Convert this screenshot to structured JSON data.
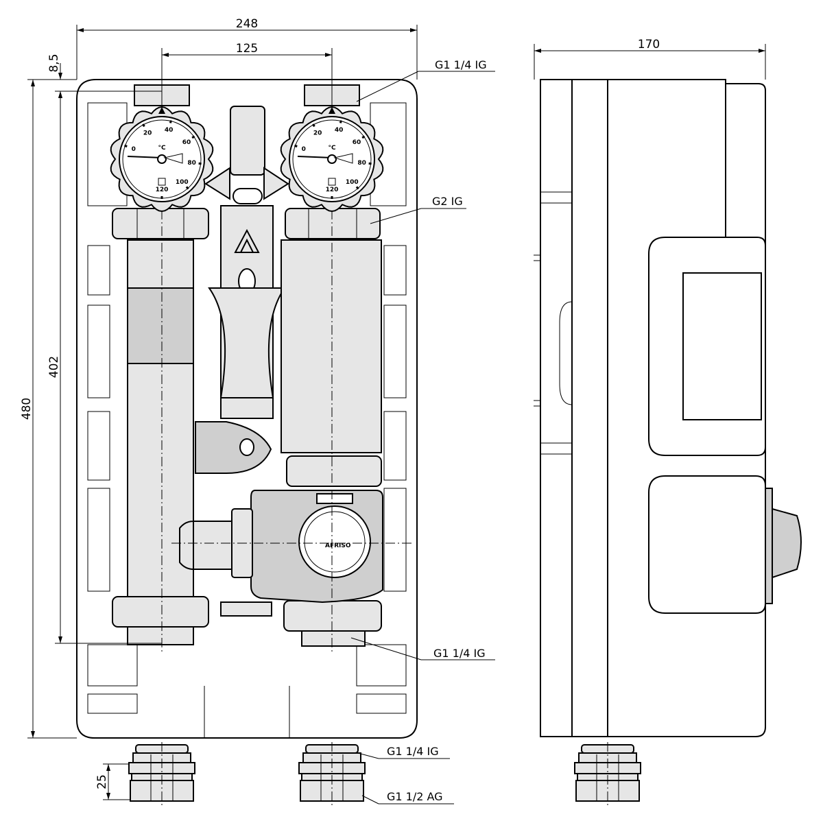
{
  "dimensions": {
    "total_width": "248",
    "pipe_spacing": "125",
    "depth": "170",
    "top_offset": "8,5",
    "total_height": "480",
    "pipe_height": "402",
    "connector_height": "25"
  },
  "labels": {
    "top_thread": "G1 1/4 IG",
    "union_thread": "G2 IG",
    "bottom_thread": "G1 1/4 IG",
    "connector_inner": "G1 1/4 IG",
    "connector_outer": "G1 1/2 AG"
  },
  "gauges": {
    "unit": "°C",
    "scale": [
      "0",
      "20",
      "40",
      "60",
      "80",
      "100",
      "120"
    ]
  },
  "brand": {
    "name": "AFRISO"
  }
}
